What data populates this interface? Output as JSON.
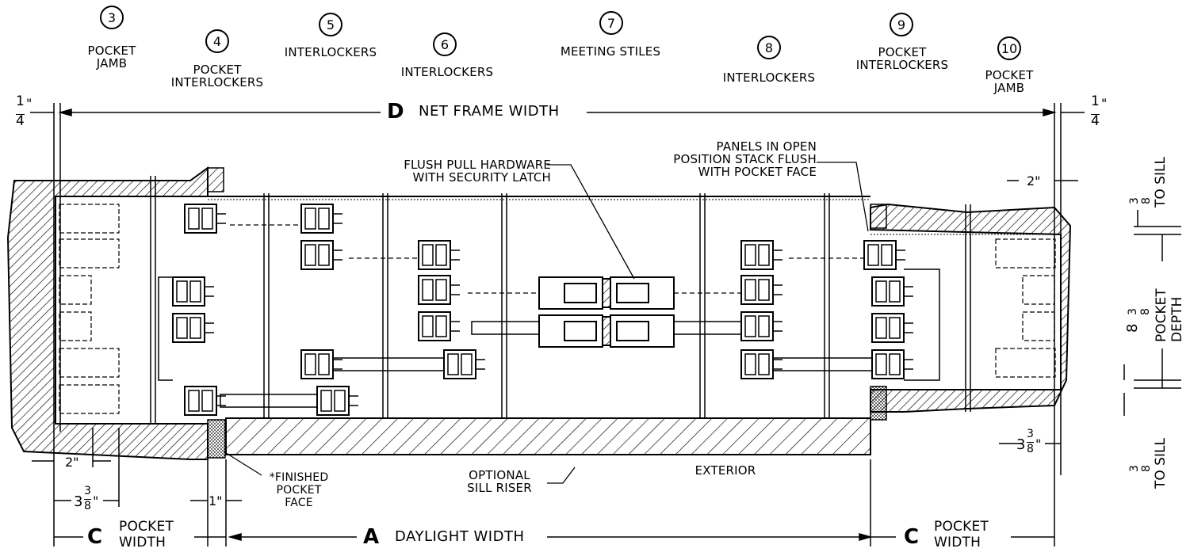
{
  "details": [
    {
      "number": "3",
      "label": "POCKET\nJAMB"
    },
    {
      "number": "4",
      "label": "POCKET\nINTERLOCKERS"
    },
    {
      "number": "5",
      "label": "INTERLOCKERS"
    },
    {
      "number": "6",
      "label": "INTERLOCKERS"
    },
    {
      "number": "7",
      "label": "MEETING STILES"
    },
    {
      "number": "8",
      "label": "INTERLOCKERS"
    },
    {
      "number": "9",
      "label": "POCKET\nINTERLOCKERS"
    },
    {
      "number": "10",
      "label": "POCKET\nJAMB"
    }
  ],
  "dimensions": {
    "net_frame_letter": "D",
    "net_frame_text": "NET FRAME WIDTH",
    "daylight_letter": "A",
    "daylight_text": "DAYLIGHT WIDTH",
    "pocket_letter": "C",
    "pocket_text": "POCKET\nWIDTH",
    "quarter_in": "1⁄",
    "quarter_num": "1",
    "quarter_den": "4",
    "two_in": "2\"",
    "one_in": "1\"",
    "three_3_8": "3",
    "frac_num": "3",
    "frac_den": "8",
    "inch": "\"",
    "to_sill": "TO SILL",
    "pocket_depth_whole": "8",
    "pocket_depth_text": "POCKET\nDEPTH"
  },
  "callouts": {
    "flush_pull": "FLUSH PULL HARDWARE\nWITH SECURITY LATCH",
    "panels_open": "PANELS IN OPEN\nPOSITION STACK FLUSH\nWITH POCKET FACE",
    "finished_face": "*FINISHED\nPOCKET\nFACE",
    "sill_riser": "OPTIONAL\nSILL RISER",
    "exterior": "EXTERIOR"
  }
}
